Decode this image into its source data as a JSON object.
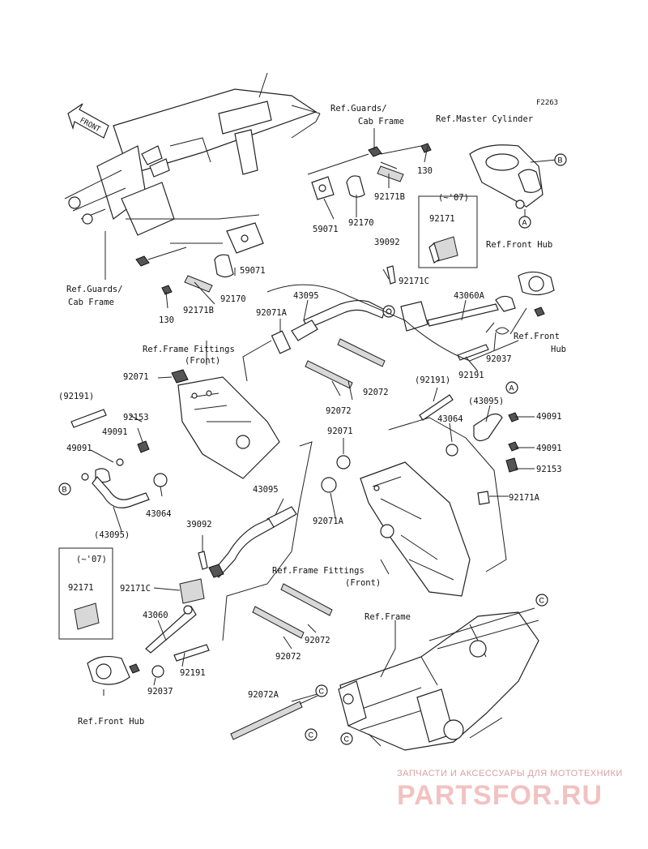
{
  "figure_code": "F2263",
  "front_label": "FRONT",
  "refs": {
    "guards_cab_frame_top_1": "Ref.Guards/",
    "guards_cab_frame_top_2": "Cab Frame",
    "master_cylinder": "Ref.Master Cylinder",
    "front_hub_top": "Ref.Front Hub",
    "guards_cab_frame_left_1": "Ref.Guards/",
    "guards_cab_frame_left_2": "Cab Frame",
    "frame_fittings_1_a": "Ref.Frame Fittings",
    "frame_fittings_1_b": "(Front)",
    "front_hub_right_1": "Ref.Front",
    "front_hub_right_2": "Hub",
    "frame_fittings_2_a": "Ref.Frame Fittings",
    "frame_fittings_2_b": "(Front)",
    "frame": "Ref.Frame",
    "front_hub_bottom": "Ref.Front Hub"
  },
  "circles": {
    "A": "A",
    "B": "B",
    "C": "C"
  },
  "box_note": "(~'07)",
  "parts": {
    "p130_top": "130",
    "p92171B_top": "92171B",
    "p59071_top": "59071",
    "p92170_top": "92170",
    "p92171_box_top": "92171",
    "p39092_top": "39092",
    "p92171C_top": "92171C",
    "p59071_left": "59071",
    "p130_left": "130",
    "p92171B_left": "92171B",
    "p92170_left": "92170",
    "p43095_top": "43095",
    "p92071A_top": "92071A",
    "p43060A": "43060A",
    "p92037_top": "92037",
    "p92191_top": "92191",
    "p92071_left": "92071",
    "p92191_paren_left": "(92191)",
    "p92153_left": "92153",
    "p49091_left_a": "49091",
    "p49091_left_b": "49091",
    "p43064_left": "43064",
    "p43095_paren_left": "(43095)",
    "p92072_a": "92072",
    "p92072_b": "92072",
    "p92191_paren_mid": "(92191)",
    "p43095_paren_right": "(43095)",
    "p49091_right_a": "49091",
    "p43064_right": "43064",
    "p49091_right_b": "49091",
    "p92153_right": "92153",
    "p92171A": "92171A",
    "p92071_mid": "92071",
    "p43095_mid": "43095",
    "p92071A_mid": "92071A",
    "p39092_left": "39092",
    "p92171_box_left": "92171",
    "p92171C_left": "92171C",
    "p43060": "43060",
    "p92191_bottom": "92191",
    "p92037_bottom": "92037",
    "p92072_c": "92072",
    "p92072_d": "92072",
    "p92072A": "92072A"
  },
  "watermark": {
    "small": "ЗАПЧАСТИ И АКСЕССУАРЫ ДЛЯ МОТОТЕХНИКИ",
    "big": "PARTSFOR.RU"
  }
}
